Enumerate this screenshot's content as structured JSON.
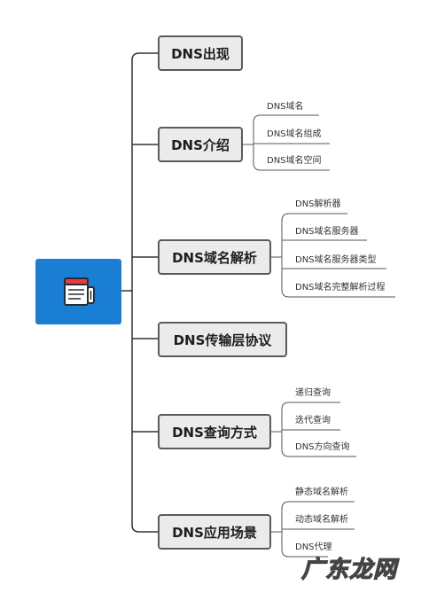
{
  "root": {
    "icon": "notebook-icon"
  },
  "topics": [
    {
      "label": "DNS出现",
      "children": []
    },
    {
      "label": "DNS介绍",
      "children": [
        "DNS域名",
        "DNS域名组成",
        "DNS域名空间"
      ]
    },
    {
      "label": "DNS域名解析",
      "children": [
        "DNS解析器",
        "DNS域名服务器",
        "DNS域名服务器类型",
        "DNS域名完整解析过程"
      ]
    },
    {
      "label": "DNS传输层协议",
      "children": []
    },
    {
      "label": "DNS查询方式",
      "children": [
        "递归查询",
        "迭代查询",
        "DNS方向查询"
      ]
    },
    {
      "label": "DNS应用场景",
      "children": [
        "静态域名解析",
        "动态域名解析",
        "DNS代理"
      ]
    }
  ],
  "watermark": "广东龙网",
  "colors": {
    "root": "#1a7fd4",
    "topic_fill": "#ebebeb",
    "topic_border": "#5b5b5b",
    "line": "#333333"
  }
}
